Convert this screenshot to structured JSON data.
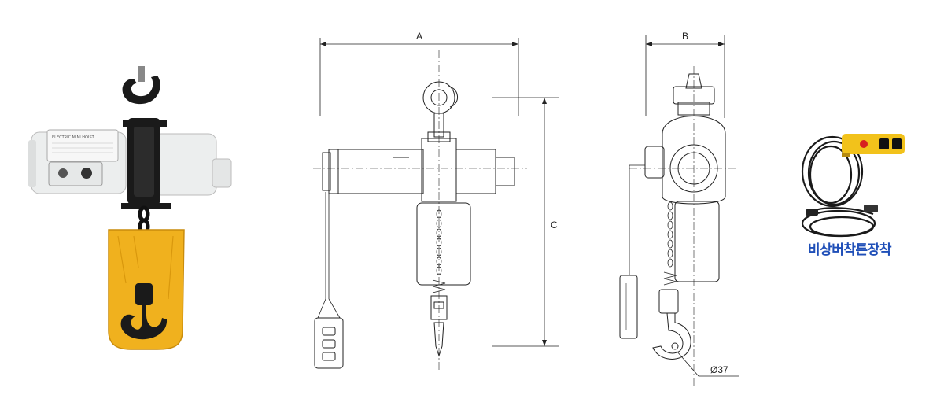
{
  "photo": {
    "nameplate_title": "ELECTRIC MINI HOIST"
  },
  "drawing_front": {
    "dim_width_label": "A",
    "dim_height_label": "C"
  },
  "drawing_side": {
    "dim_width_label": "B",
    "diameter_label": "Ø37"
  },
  "accessory": {
    "caption": "비상버착튼장착",
    "caption_color": "#1f4fb8",
    "pendant_color": "#f2c21b"
  }
}
